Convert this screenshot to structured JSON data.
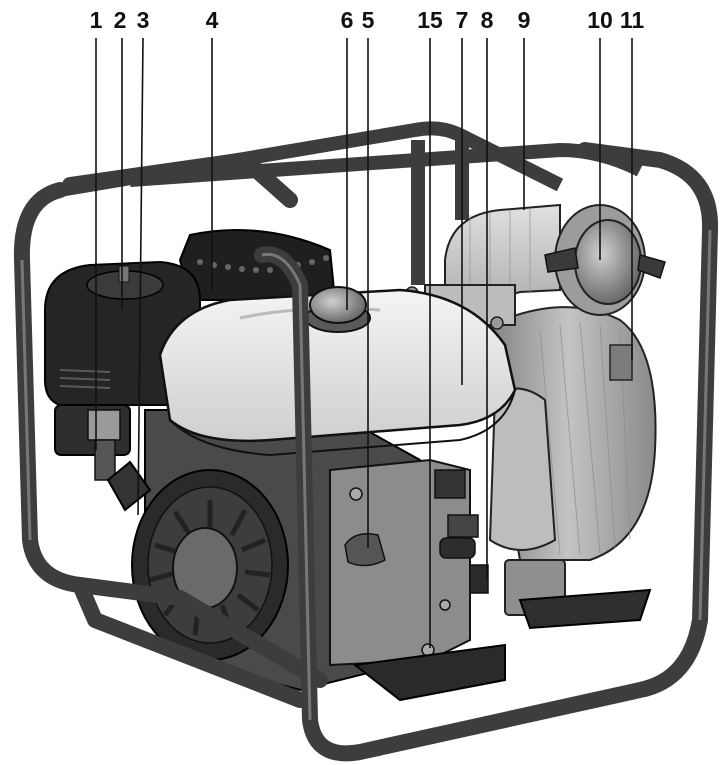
{
  "callouts": [
    {
      "id": "c1",
      "label": "1"
    },
    {
      "id": "c2",
      "label": "2"
    },
    {
      "id": "c3",
      "label": "3"
    },
    {
      "id": "c4",
      "label": "4"
    },
    {
      "id": "c6",
      "label": "6"
    },
    {
      "id": "c5",
      "label": "5"
    },
    {
      "id": "c15",
      "label": "15"
    },
    {
      "id": "c7",
      "label": "7"
    },
    {
      "id": "c8",
      "label": "8"
    },
    {
      "id": "c9",
      "label": "9"
    },
    {
      "id": "c10",
      "label": "10"
    },
    {
      "id": "c11",
      "label": "11"
    }
  ],
  "colors": {
    "frame": "#3d3d3d",
    "engine_dark": "#2b2b2b",
    "tank": "#e6e6e6",
    "housing": "#9a9a9a",
    "housing_light": "#c8c8c8"
  }
}
